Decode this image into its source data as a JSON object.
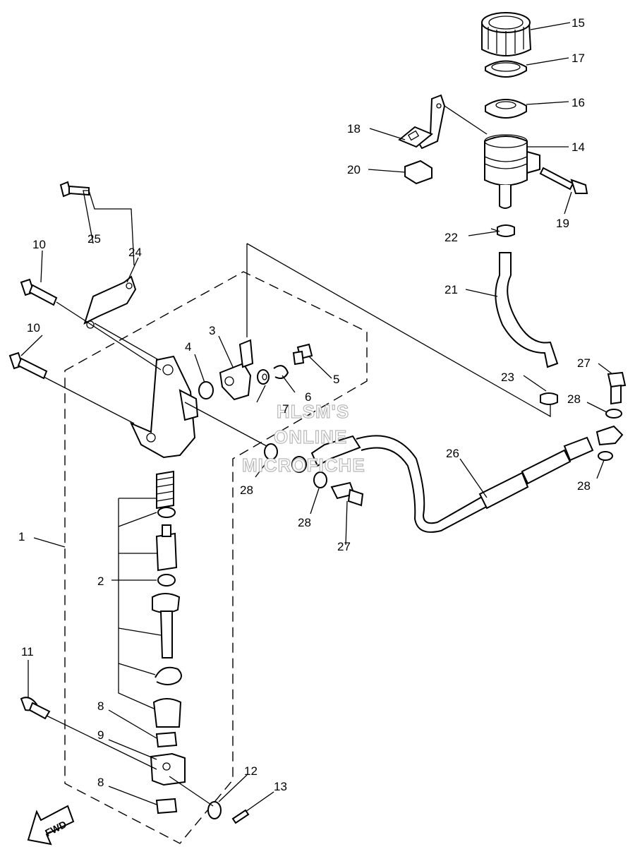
{
  "watermark": {
    "line1": "HLSM'S",
    "line2": "ONLINE",
    "line3": "MICROFICHE"
  },
  "direction_arrow": {
    "label": "FWD",
    "icon": "fwd-arrow-icon"
  },
  "callouts": {
    "c1": "1",
    "c2": "2",
    "c3": "3",
    "c4": "4",
    "c5": "5",
    "c6": "6",
    "c7": "7",
    "c8a": "8",
    "c8b": "8",
    "c9": "9",
    "c10a": "10",
    "c10b": "10",
    "c11": "11",
    "c12": "12",
    "c13": "13",
    "c14": "14",
    "c15": "15",
    "c16": "16",
    "c17": "17",
    "c18": "18",
    "c19": "19",
    "c20": "20",
    "c21": "21",
    "c22": "22",
    "c23": "23",
    "c24": "24",
    "c25": "25",
    "c26": "26",
    "c27a": "27",
    "c27b": "27",
    "c28a": "28",
    "c28b": "28",
    "c28c": "28",
    "c28d": "28"
  }
}
